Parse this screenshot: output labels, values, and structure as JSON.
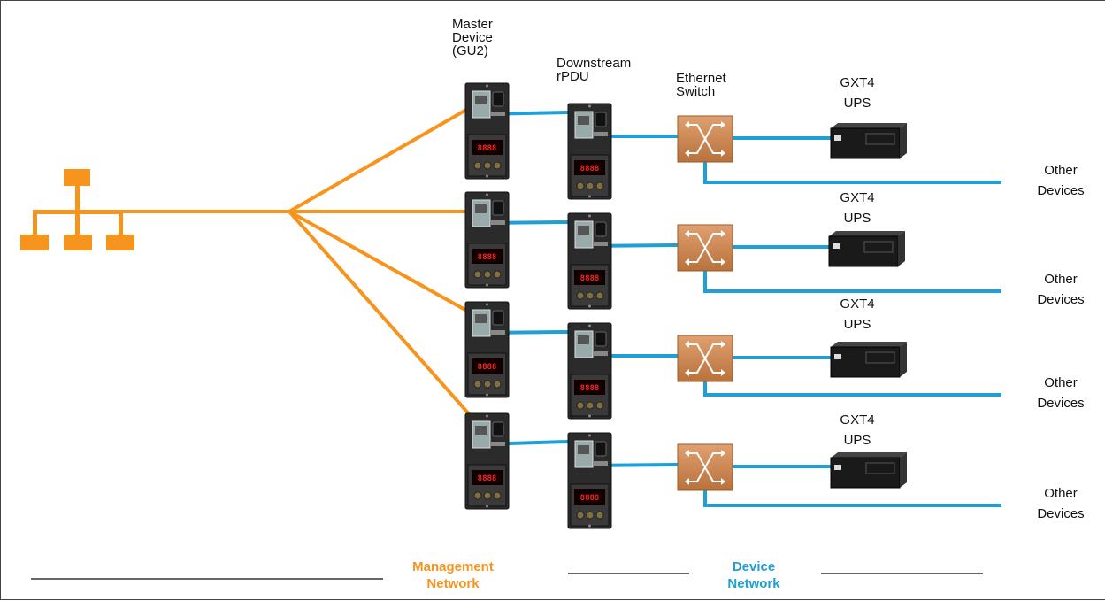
{
  "colors": {
    "management": "#f7941d",
    "device": "#1e9fd6",
    "switch_fill": "#c9834a",
    "pdu_body": "#2b2b2b",
    "ups_body": "#1a1a1a"
  },
  "labels": {
    "master_device": [
      "Master",
      "Device",
      "(GU2)"
    ],
    "downstream_rpdu": [
      "Downstream",
      "rPDU"
    ],
    "ethernet_switch": [
      "Ethernet",
      "Switch"
    ],
    "ups": [
      "GXT4",
      "UPS"
    ],
    "other_devices": [
      "Other",
      "Devices"
    ],
    "pdu_display": "8888"
  },
  "legend": {
    "management": [
      "Management",
      "Network"
    ],
    "device": [
      "Device",
      "Network"
    ]
  },
  "icons": {
    "network": "network-hierarchy-icon",
    "pdu": "rpdu-icon",
    "switch": "ethernet-switch-icon",
    "ups": "ups-icon"
  }
}
